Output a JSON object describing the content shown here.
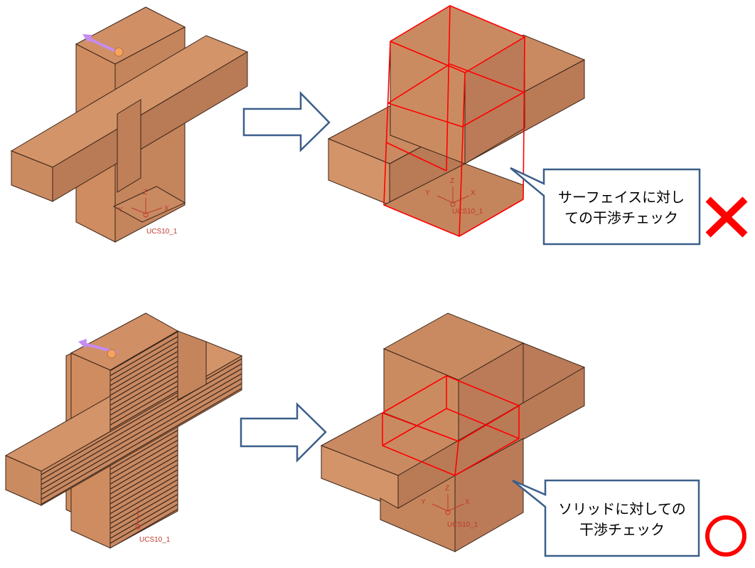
{
  "colors": {
    "face_top": "#d18f66",
    "face_front": "#cf8c60",
    "face_side": "#bb7b58",
    "edge": "#3a2418",
    "interference": "#ff0000",
    "arrow_outline": "#3b5f8a",
    "callout_border": "#3b5f8a",
    "cross_mark": "#ff0000",
    "circle_mark": "#ff0000",
    "ucs": "#c0392b",
    "drag_handle": "#c58cf2"
  },
  "rows": [
    {
      "id": "surface",
      "callout_lines": [
        "サーフェイスに対し",
        "ての干渉チェック"
      ],
      "result_mark": "cross-mark",
      "ucs_label_left": "UCS10_1",
      "ucs_label_right": "UCS10_1"
    },
    {
      "id": "solid",
      "callout_lines": [
        "ソリッドに対しての",
        "干渉チェック"
      ],
      "result_mark": "circle-mark",
      "ucs_label_left": "UCS10_1",
      "ucs_label_right": "UCS10_1"
    }
  ],
  "axis_letters": {
    "x": "X",
    "y": "Y",
    "z": "Z"
  }
}
